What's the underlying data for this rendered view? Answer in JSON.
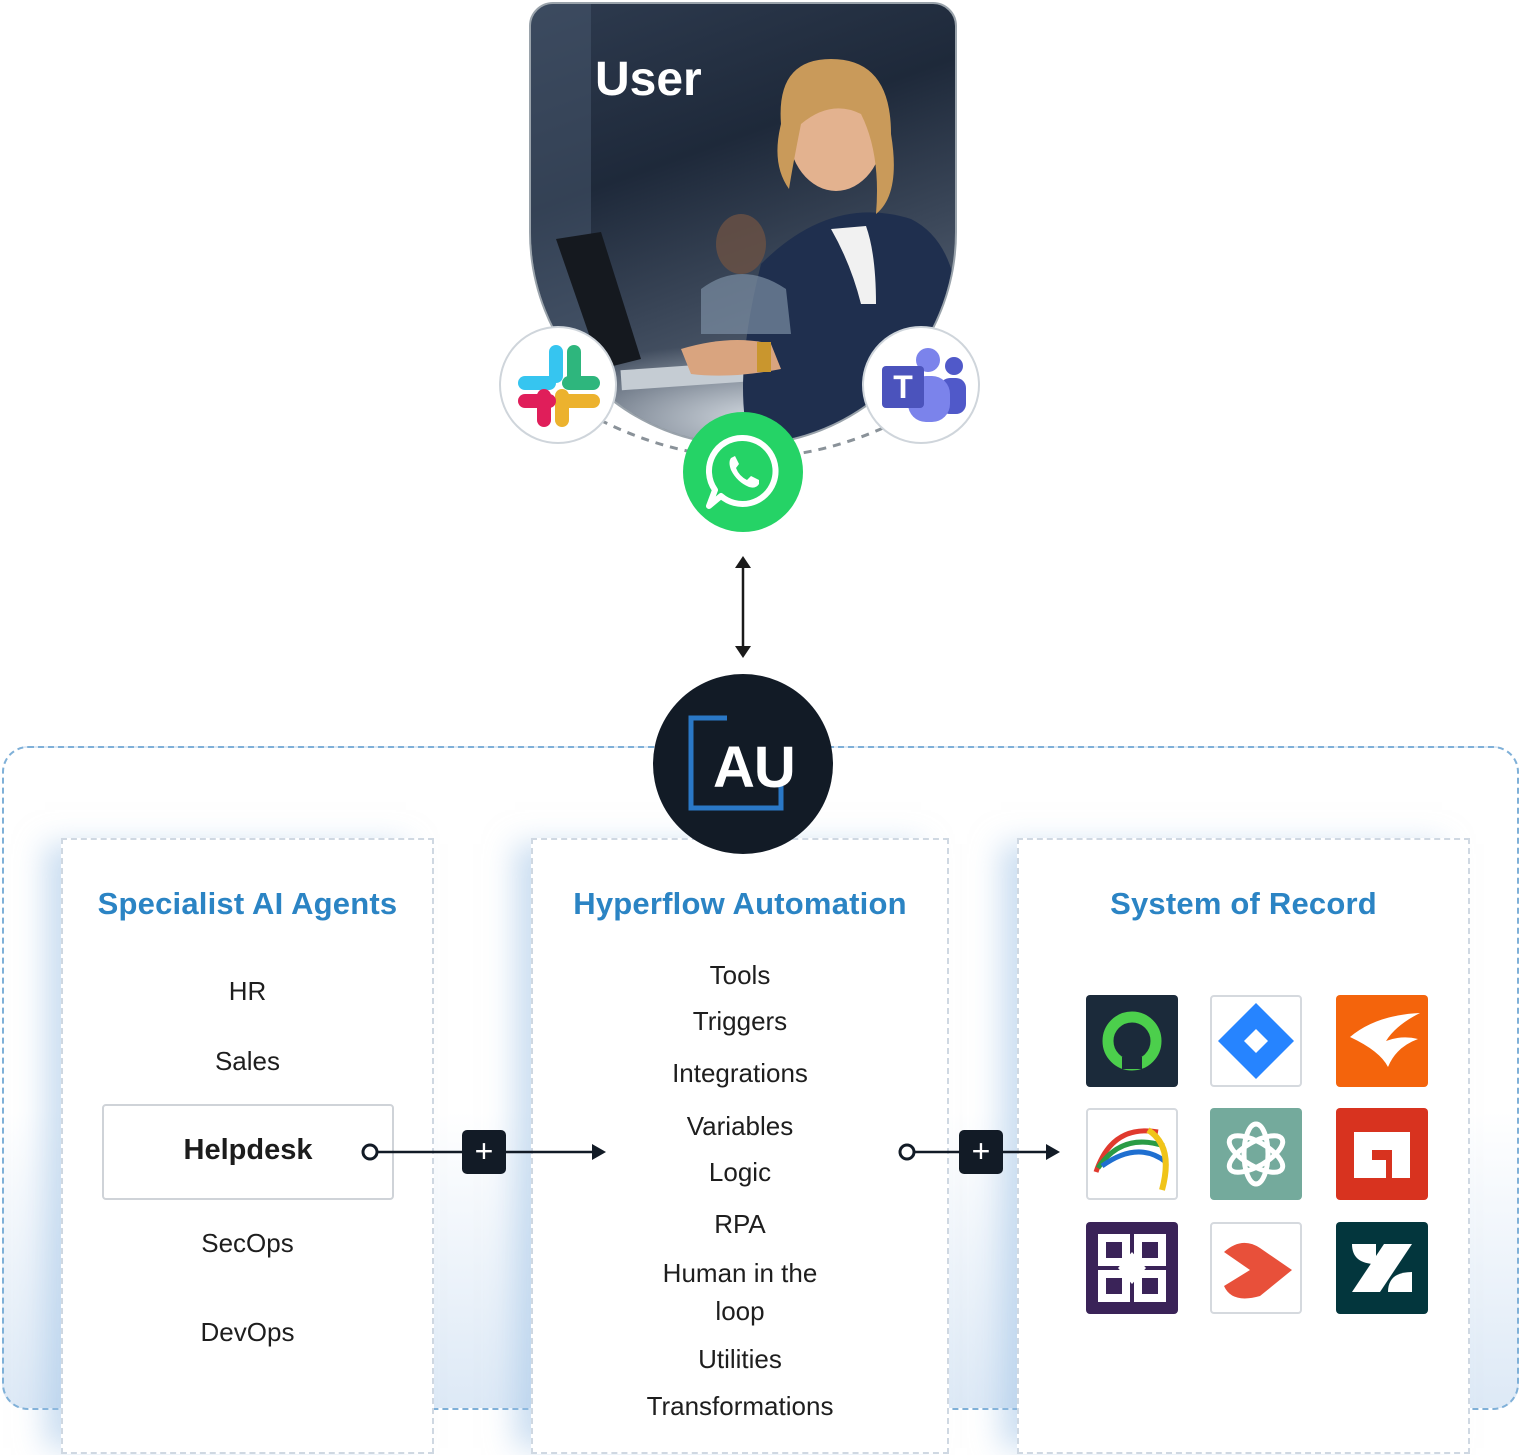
{
  "user": {
    "label": "User",
    "channels": [
      {
        "name": "Slack",
        "icon": "slack-icon"
      },
      {
        "name": "WhatsApp",
        "icon": "whatsapp-icon"
      },
      {
        "name": "Microsoft Teams",
        "icon": "teams-icon"
      }
    ]
  },
  "hub": {
    "logo_text": "AU",
    "icon": "au-logo-icon"
  },
  "panels": {
    "agents": {
      "title": "Specialist AI Agents",
      "items": [
        "HR",
        "Sales",
        "Helpdesk",
        "SecOps",
        "DevOps"
      ],
      "selected": "Helpdesk"
    },
    "hyperflow": {
      "title": "Hyperflow Automation",
      "items": [
        "Tools",
        "Triggers",
        "Integrations",
        "Variables",
        "Logic",
        "RPA",
        "Human in the loop",
        "Utilities",
        "Transformations"
      ]
    },
    "records": {
      "title": "System of Record",
      "logos": [
        {
          "icon": "ring-logo-icon",
          "bg": "#1b2a3a"
        },
        {
          "icon": "jira-logo-icon",
          "bg": "#ffffff"
        },
        {
          "icon": "solarwinds-logo-icon",
          "bg": "#f4640c"
        },
        {
          "icon": "arc-logo-icon",
          "bg": "#ffffff"
        },
        {
          "icon": "openai-logo-icon",
          "bg": "#74aa9c"
        },
        {
          "icon": "square-logo-icon",
          "bg": "#d8331f"
        },
        {
          "icon": "cross-logo-icon",
          "bg": "#3a2358"
        },
        {
          "icon": "freshworks-logo-icon",
          "bg": "#ffffff"
        },
        {
          "icon": "zendesk-logo-icon",
          "bg": "#03363d"
        }
      ]
    }
  },
  "connectors": {
    "plus_label": "+"
  },
  "colors": {
    "accent": "#2b84c4",
    "dark": "#121b26",
    "dashed": "#7fb0d8"
  }
}
